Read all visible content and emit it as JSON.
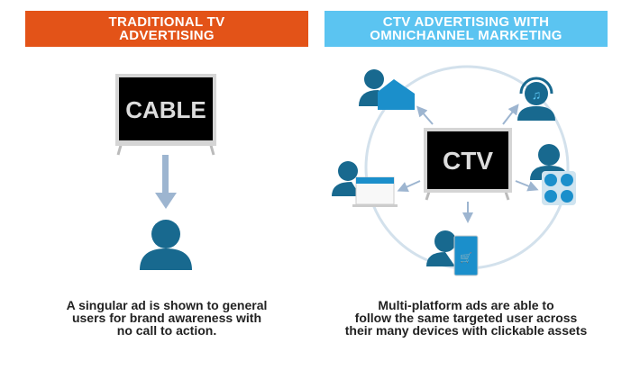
{
  "left": {
    "header_line1": "TRADITIONAL TV",
    "header_line2": "ADVERTISING",
    "tv_label": "CABLE",
    "caption_line1": "A singular ad is shown to general",
    "caption_line2": "users for brand awareness with",
    "caption_line3": "no call to action."
  },
  "right": {
    "header_line1": "CTV ADVERTISING WITH",
    "header_line2": "OMNICHANNEL MARKETING",
    "tv_label": "CTV",
    "caption_line1": "Multi-platform ads are able to",
    "caption_line2": "follow the same targeted user across",
    "caption_line3": "their many devices with clickable assets"
  },
  "colors": {
    "orange": "#E35318",
    "light_blue": "#5BC4F1",
    "person": "#18698F",
    "accent": "#1B8FCB"
  }
}
